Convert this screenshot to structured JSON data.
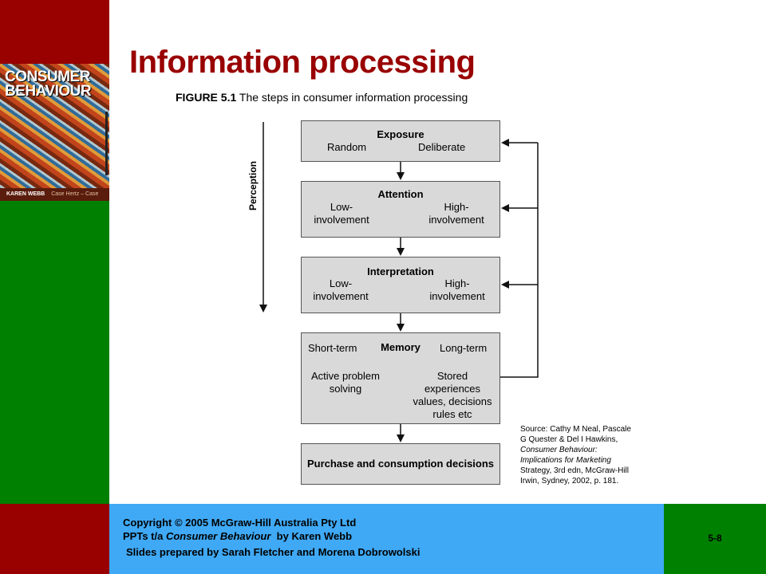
{
  "slide": {
    "title": "Information processing",
    "slide_number": "5-8"
  },
  "book_cover": {
    "title_line1": "CONSUMER",
    "title_line2": "BEHAVIOUR",
    "author": "KAREN WEBB",
    "editor": "Case Hertz – Case editor"
  },
  "figure": {
    "caption_label": "FIGURE 5.1",
    "caption_text": " The steps in consumer information processing",
    "side_label": "Perception",
    "boxes": {
      "exposure": {
        "heading": "Exposure",
        "left": "Random",
        "right": "Deliberate"
      },
      "attention": {
        "heading": "Attention",
        "left": "Low-\ninvolvement",
        "right": "High-\ninvolvement"
      },
      "interpretation": {
        "heading": "Interpretation",
        "left": "Low-\ninvolvement",
        "right": "High-\ninvolvement"
      },
      "memory": {
        "heading": "Memory",
        "left_top": "Short-term",
        "right_top": "Long-term",
        "left_body": "Active problem\nsolving",
        "right_body": "Stored\nexperiences\nvalues, decisions\nrules etc"
      },
      "purchase": {
        "heading": "Purchase and consumption decisions"
      }
    },
    "source": {
      "line1": "Source: Cathy M Neal, Pascale",
      "line2": "G Quester & Del I Hawkins,",
      "line3": "Consumer Behaviour:",
      "line4": "Implications for Marketing",
      "line5": "Strategy, 3rd edn, McGraw-Hill",
      "line6": "Irwin, Sydney, 2002, p. 181."
    }
  },
  "footer": {
    "line1": "Copyright © 2005 McGraw-Hill Australia Pty Ltd",
    "line2_prefix": "PPTs t/a ",
    "line2_italic": "Consumer Behaviour",
    "line2_suffix": "  by Karen Webb",
    "line3": "Slides prepared by Sarah Fletcher and Morena Dobrowolski"
  }
}
